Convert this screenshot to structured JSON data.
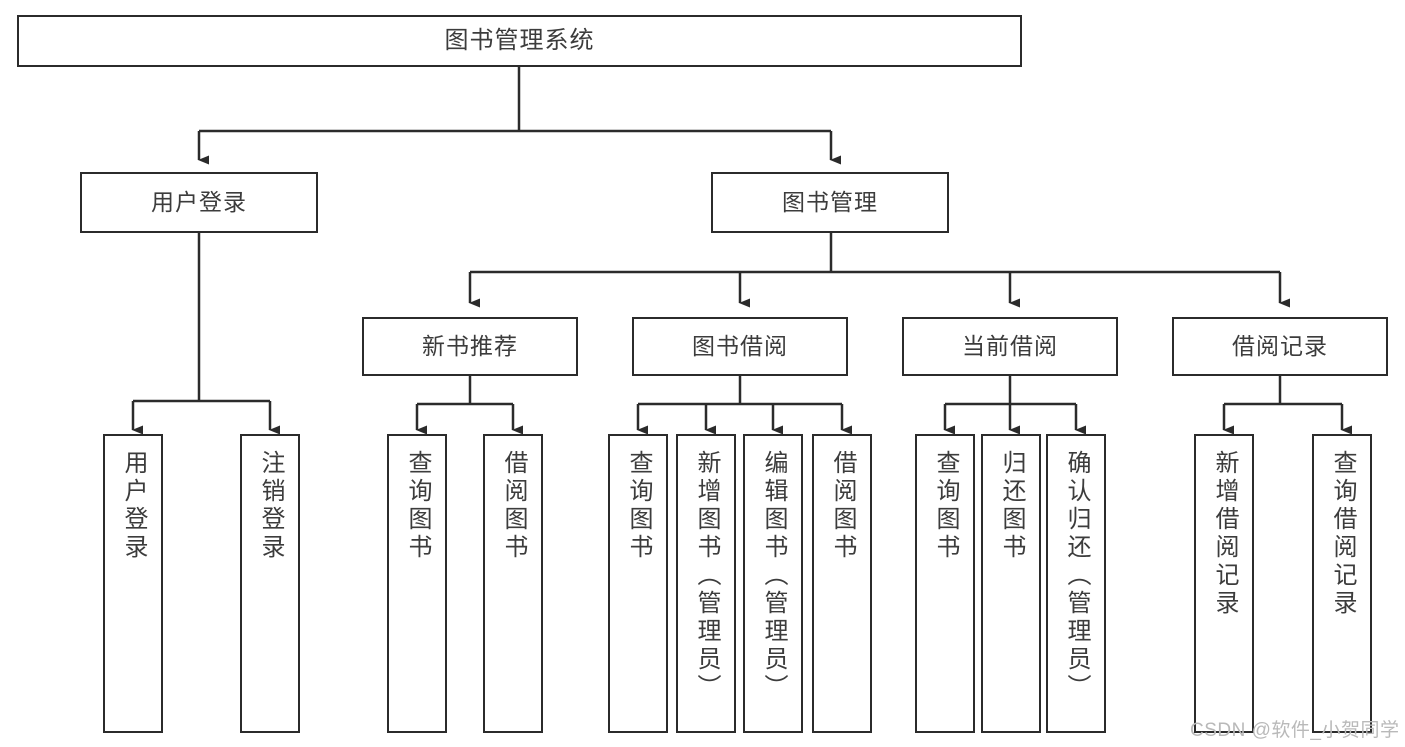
{
  "diagram": {
    "title": "图书管理系统",
    "type": "tree-hierarchy-diagram",
    "colors": {
      "box_border": "#2b2b2b",
      "box_fill": "#ffffff",
      "text": "#3c3c3c",
      "connector": "#2b2b2b",
      "watermark": "#b9b9b9",
      "background": "#ffffff"
    },
    "levels": {
      "root": {
        "label": "图书管理系统"
      },
      "level2": [
        {
          "label": "用户登录"
        },
        {
          "label": "图书管理"
        }
      ],
      "level3": [
        {
          "label": "新书推荐"
        },
        {
          "label": "图书借阅"
        },
        {
          "label": "当前借阅"
        },
        {
          "label": "借阅记录"
        }
      ],
      "leaves": {
        "user_login": [
          {
            "label": "用户登录"
          },
          {
            "label": "注销登录"
          }
        ],
        "new_book_recommend": [
          {
            "label": "查询图书"
          },
          {
            "label": "借阅图书"
          }
        ],
        "book_borrow": [
          {
            "label": "查询图书"
          },
          {
            "label": "新增图书（管理员）"
          },
          {
            "label": "编辑图书（管理员）"
          },
          {
            "label": "借阅图书"
          }
        ],
        "current_borrow": [
          {
            "label": "查询图书"
          },
          {
            "label": "归还图书"
          },
          {
            "label": "确认归还（管理员）"
          }
        ],
        "borrow_record": [
          {
            "label": "新增借阅记录"
          },
          {
            "label": "查询借阅记录"
          }
        ]
      }
    },
    "watermark": "CSDN @软件_小贺同学"
  }
}
